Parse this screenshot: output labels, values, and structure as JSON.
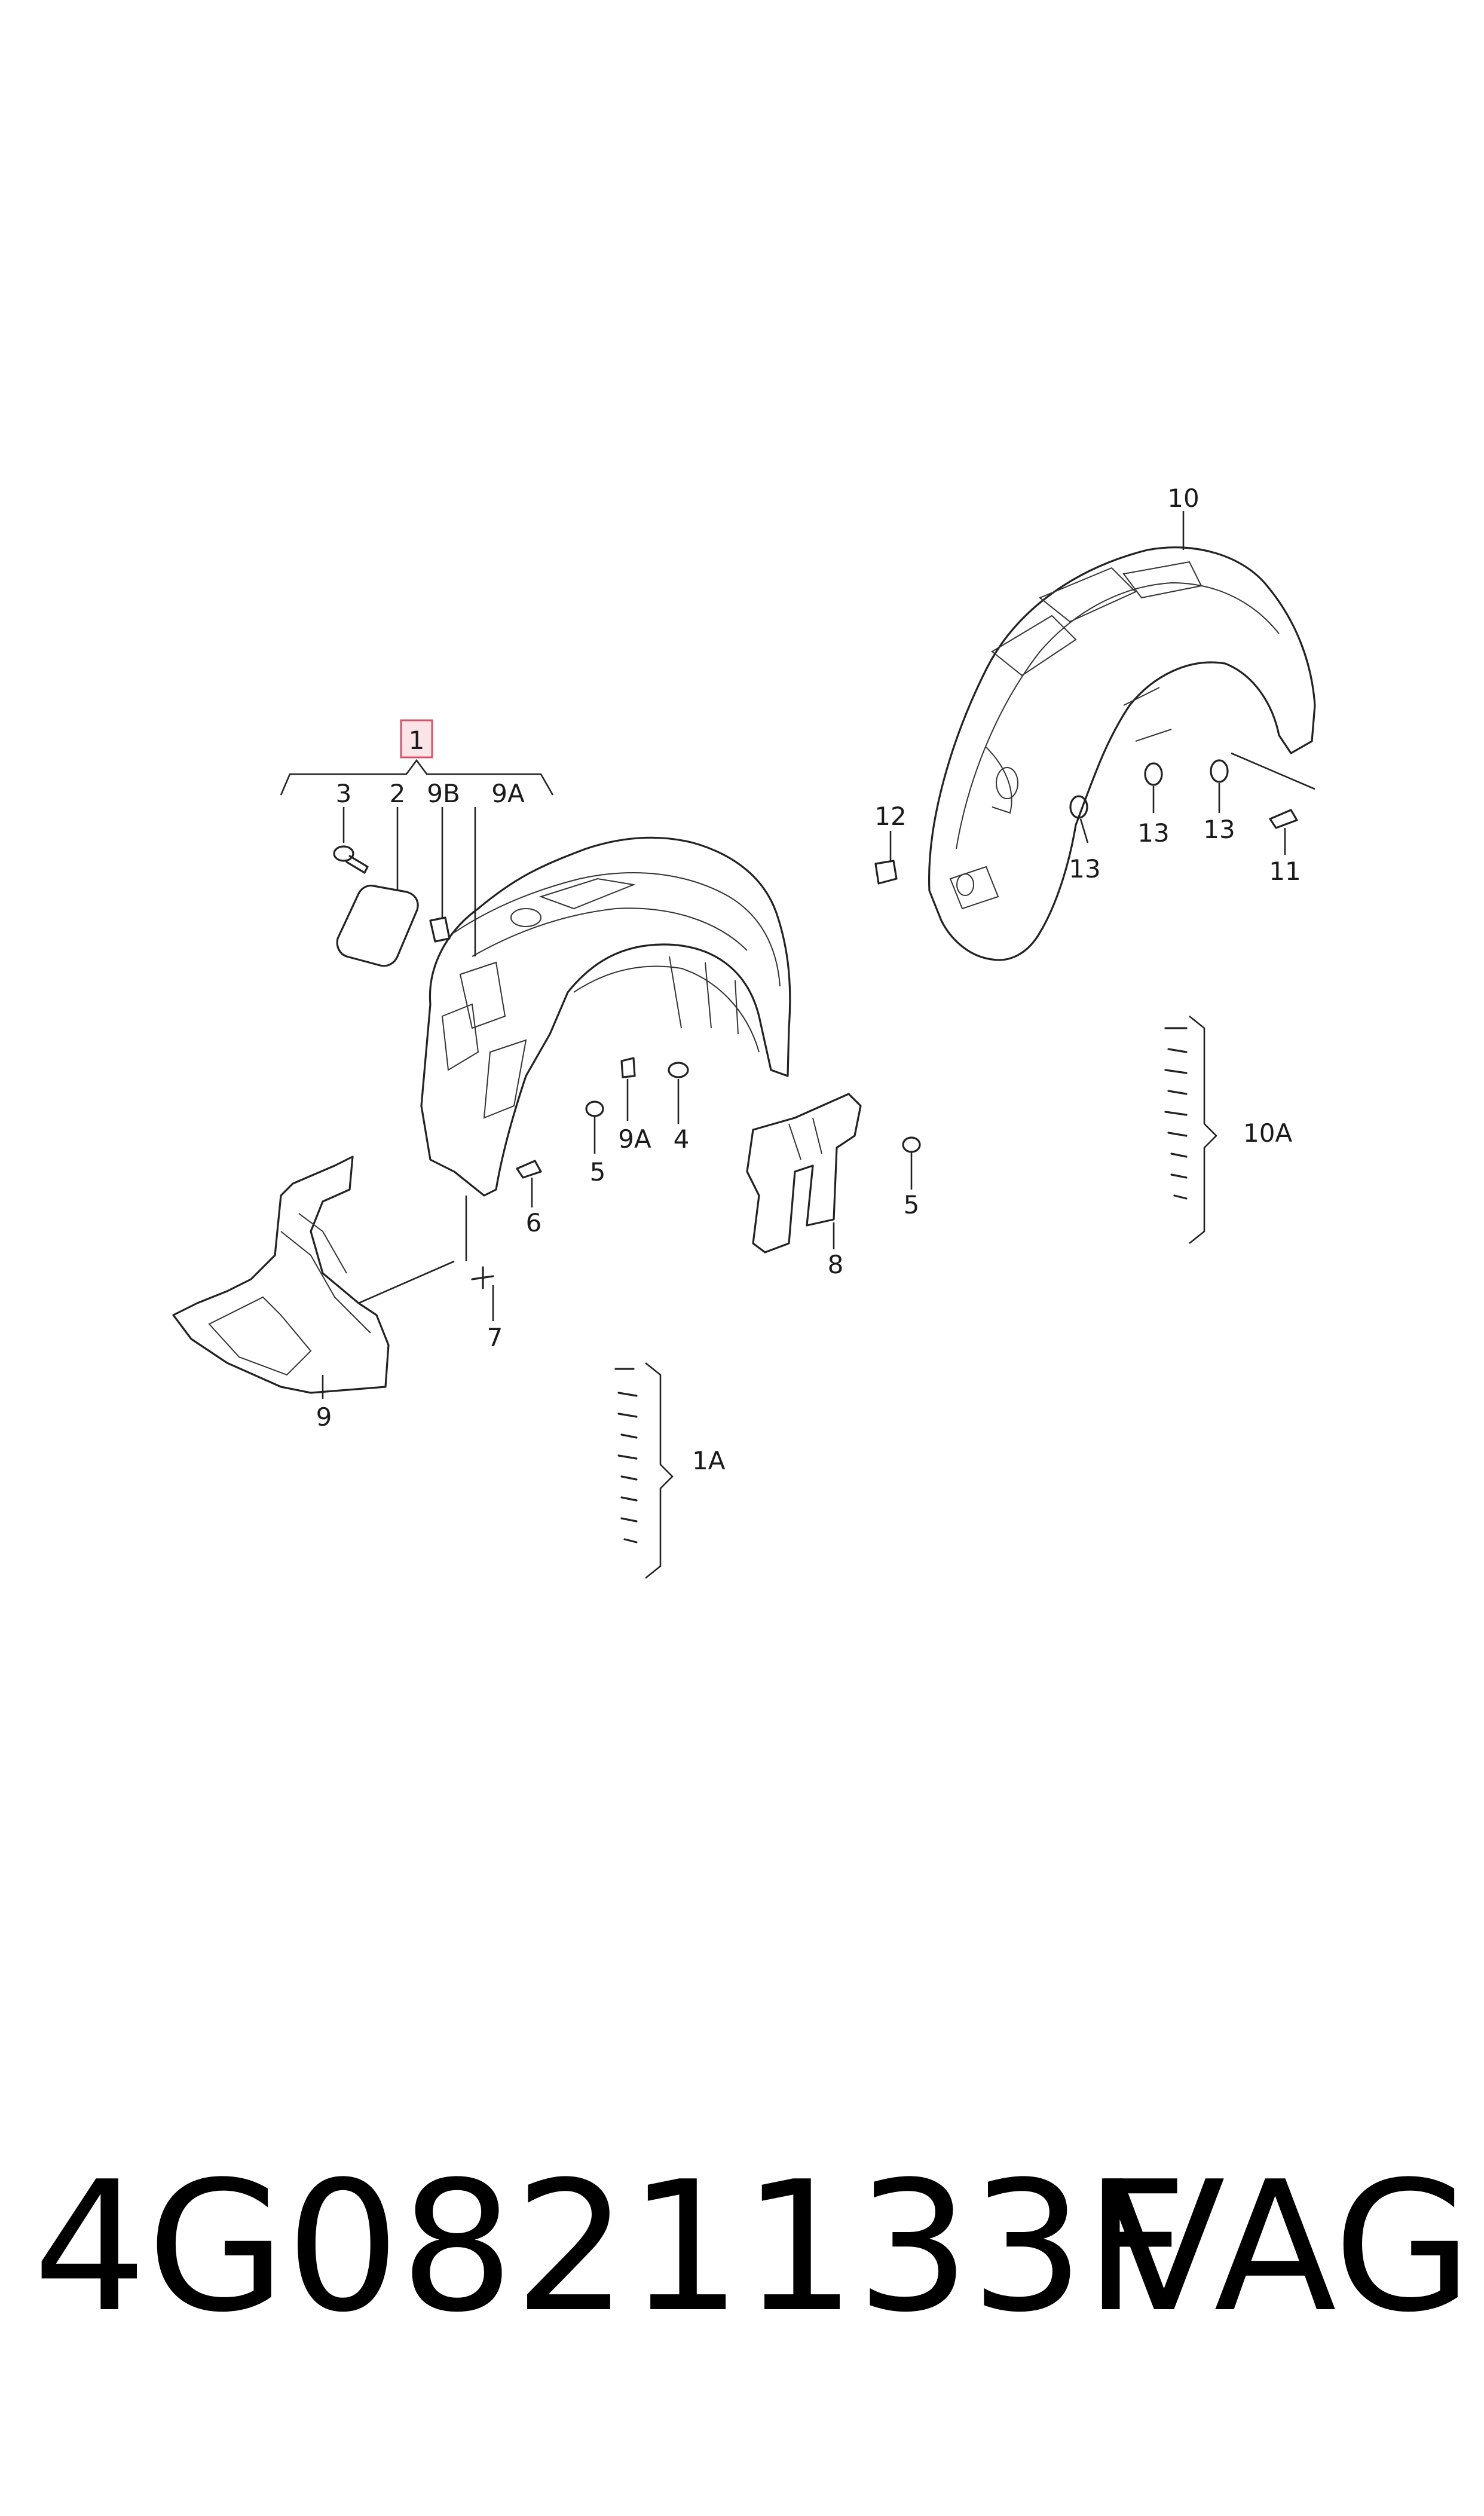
{
  "callouts": {
    "c1": "1",
    "c2": "2",
    "c3": "3",
    "c4": "4",
    "c5a": "5",
    "c5b": "5",
    "c6": "6",
    "c7": "7",
    "c8": "8",
    "c9": "9",
    "c9a_top": "9A",
    "c9a_mid": "9A",
    "c9b": "9B",
    "c10": "10",
    "c11": "11",
    "c12": "12",
    "c13a": "13",
    "c13b": "13",
    "c13c": "13",
    "c1a": "1A",
    "c10a": "10A"
  },
  "footer": {
    "part_number": "4G0821133F",
    "brand": "VAG"
  },
  "colors": {
    "line": "#222222",
    "highlight_fill": "#fbe4e8",
    "highlight_stroke": "#d9506b"
  }
}
